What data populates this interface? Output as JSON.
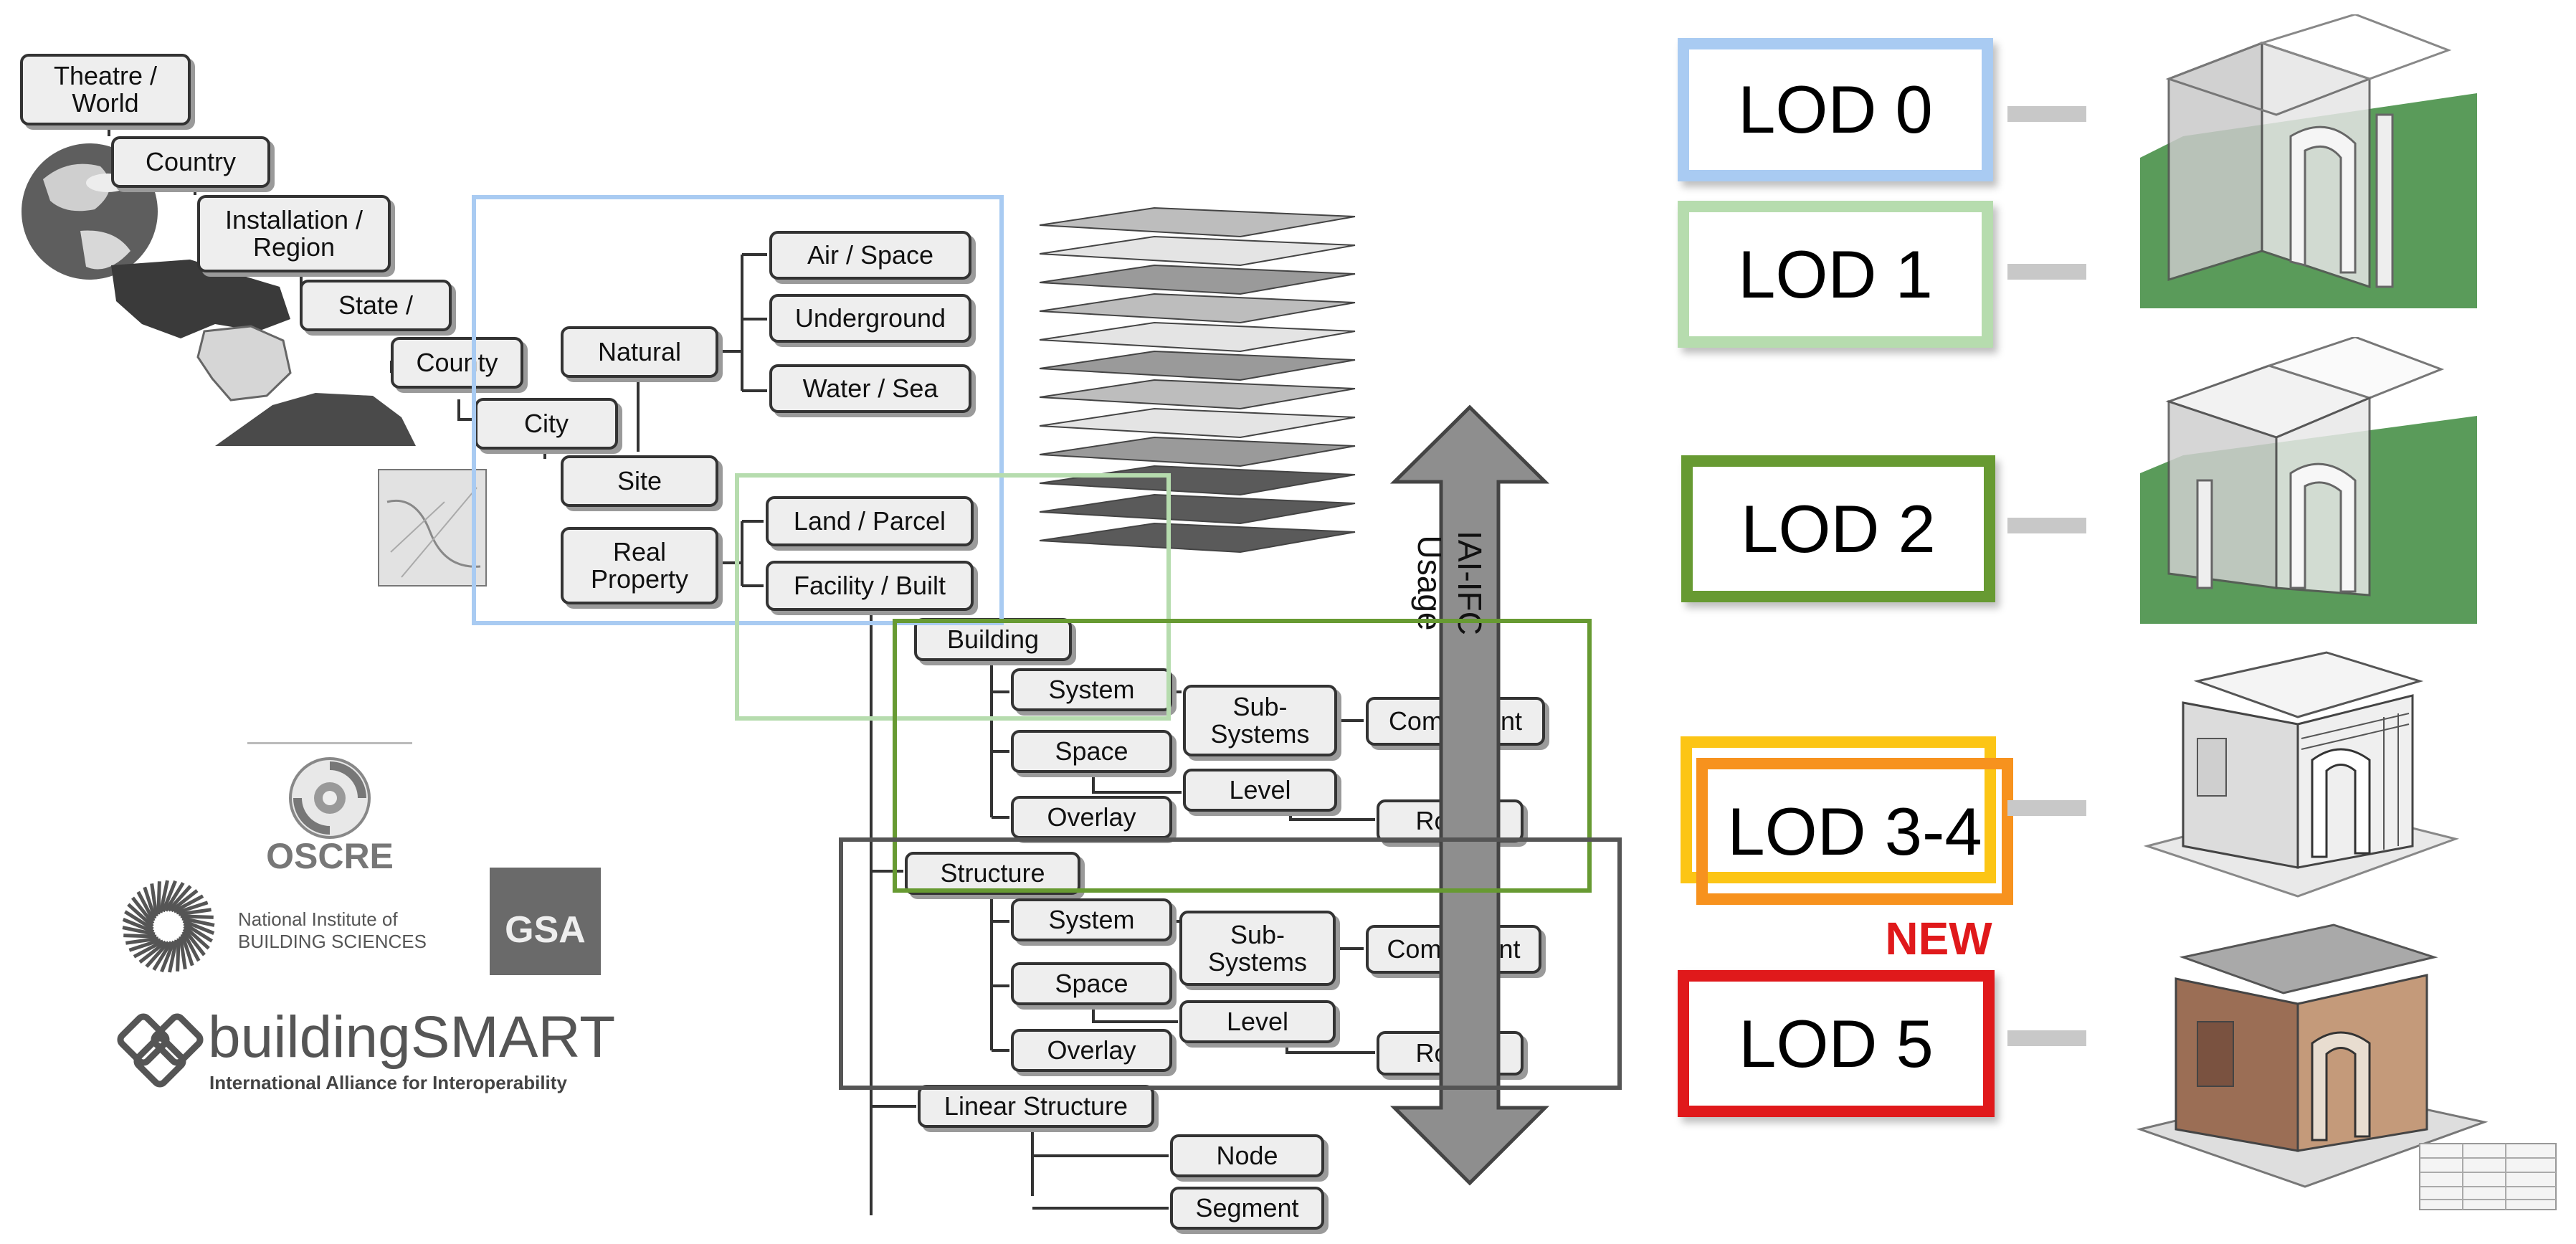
{
  "hierarchy": {
    "theatre_world": "Theatre /\nWorld",
    "country": "Country",
    "installation_region": "Installation /\nRegion",
    "state": "State /",
    "county": "County",
    "city": "City",
    "site": "Site",
    "natural": "Natural",
    "real_property": "Real\nProperty",
    "air_space": "Air / Space",
    "underground": "Underground",
    "water_sea": "Water / Sea",
    "land_parcel": "Land / Parcel",
    "facility_built": "Facility / Built",
    "building": "Building",
    "building_system": "System",
    "building_space": "Space",
    "building_overlay": "Overlay",
    "building_subsystems": "Sub-\nSystems",
    "building_level": "Level",
    "building_component": "Component",
    "building_room": "Room",
    "structure": "Structure",
    "structure_system": "System",
    "structure_space": "Space",
    "structure_overlay": "Overlay",
    "structure_subsystems": "Sub-\nSystems",
    "structure_level": "Level",
    "structure_component": "Component",
    "structure_room": "Room",
    "linear_structure": "Linear Structure",
    "node": "Node",
    "segment": "Segment"
  },
  "arrow": {
    "label": "IAI-IFC Usage",
    "color": "#8e8e8e"
  },
  "highlight_colors": {
    "blue": "#a9cbf2",
    "light_green": "#b6dcae",
    "dark_green": "#679a32",
    "dark_gray": "#555555"
  },
  "lods": [
    {
      "label": "LOD 0",
      "color": "#a9cbf2"
    },
    {
      "label": "LOD 1",
      "color": "#b6dcae"
    },
    {
      "label": "LOD 2",
      "color": "#679a32"
    },
    {
      "label": "LOD 3-4",
      "color": "#f7921e",
      "outer_color": "#fcc515"
    },
    {
      "label": "LOD 5",
      "color": "#e0191b"
    }
  ],
  "new_badge": {
    "label": "NEW",
    "color": "#e0191b"
  },
  "logos": {
    "oscre": "OSCRE",
    "nibs_line1": "National Institute of",
    "nibs_line2": "BUILDING SCIENCES",
    "gsa": "GSA",
    "buildingsmart_a": "building",
    "buildingsmart_b": "SMART",
    "buildingsmart_tagline": "International Alliance for Interoperability"
  },
  "icons": {
    "globe": "earth-globe-icon",
    "usa_map": "usa-map-icon",
    "layers": "gis-map-layers-icon",
    "building_model": "building-model-icon"
  }
}
